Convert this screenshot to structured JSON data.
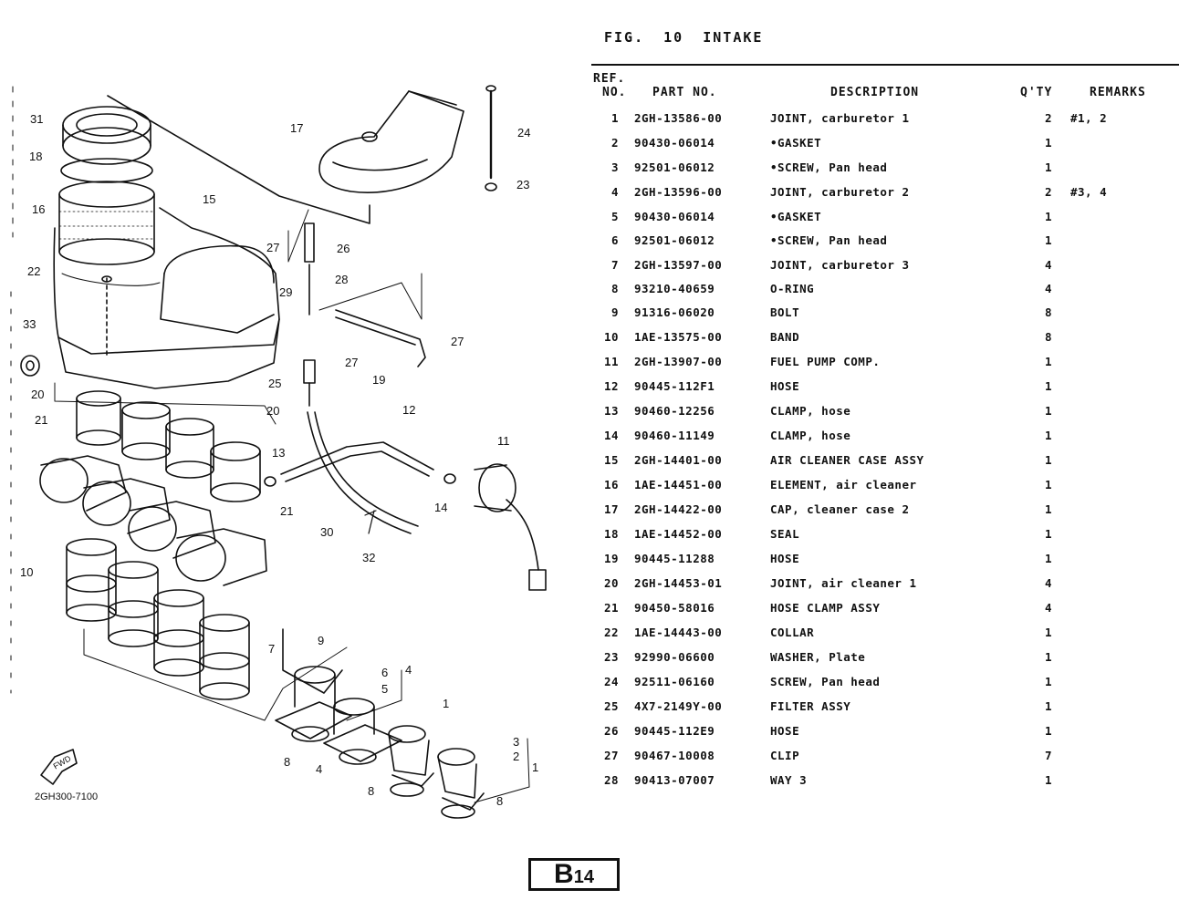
{
  "page": {
    "fig_label": "FIG. 10",
    "fig_title": "INTAKE",
    "badge_letter": "B",
    "badge_number": "14",
    "drawing_code": "2GH300-7100",
    "forward_label": "FWD"
  },
  "table": {
    "headers": {
      "ref_line1": "REF.",
      "ref_line2": "NO.",
      "part_no": "PART NO.",
      "description": "DESCRIPTION",
      "qty": "Q'TY",
      "remarks": "REMARKS"
    },
    "rows": [
      {
        "ref": "1",
        "part": "2GH-13586-00",
        "desc": "JOINT, carburetor 1",
        "qty": "2",
        "remarks": "#1, 2"
      },
      {
        "ref": "2",
        "part": "90430-06014",
        "desc": "•GASKET",
        "qty": "1",
        "remarks": ""
      },
      {
        "ref": "3",
        "part": "92501-06012",
        "desc": "•SCREW, Pan head",
        "qty": "1",
        "remarks": ""
      },
      {
        "ref": "4",
        "part": "2GH-13596-00",
        "desc": "JOINT, carburetor 2",
        "qty": "2",
        "remarks": "#3, 4"
      },
      {
        "ref": "5",
        "part": "90430-06014",
        "desc": "•GASKET",
        "qty": "1",
        "remarks": ""
      },
      {
        "ref": "6",
        "part": "92501-06012",
        "desc": "•SCREW, Pan head",
        "qty": "1",
        "remarks": ""
      },
      {
        "ref": "7",
        "part": "2GH-13597-00",
        "desc": "JOINT, carburetor 3",
        "qty": "4",
        "remarks": ""
      },
      {
        "ref": "8",
        "part": "93210-40659",
        "desc": "O-RING",
        "qty": "4",
        "remarks": ""
      },
      {
        "ref": "9",
        "part": "91316-06020",
        "desc": "BOLT",
        "qty": "8",
        "remarks": ""
      },
      {
        "ref": "10",
        "part": "1AE-13575-00",
        "desc": "BAND",
        "qty": "8",
        "remarks": ""
      },
      {
        "ref": "11",
        "part": "2GH-13907-00",
        "desc": "FUEL PUMP COMP.",
        "qty": "1",
        "remarks": ""
      },
      {
        "ref": "12",
        "part": "90445-112F1",
        "desc": "HOSE",
        "qty": "1",
        "remarks": ""
      },
      {
        "ref": "13",
        "part": "90460-12256",
        "desc": "CLAMP, hose",
        "qty": "1",
        "remarks": ""
      },
      {
        "ref": "14",
        "part": "90460-11149",
        "desc": "CLAMP, hose",
        "qty": "1",
        "remarks": ""
      },
      {
        "ref": "15",
        "part": "2GH-14401-00",
        "desc": "AIR CLEANER CASE ASSY",
        "qty": "1",
        "remarks": ""
      },
      {
        "ref": "16",
        "part": "1AE-14451-00",
        "desc": "ELEMENT, air cleaner",
        "qty": "1",
        "remarks": ""
      },
      {
        "ref": "17",
        "part": "2GH-14422-00",
        "desc": "CAP, cleaner case 2",
        "qty": "1",
        "remarks": ""
      },
      {
        "ref": "18",
        "part": "1AE-14452-00",
        "desc": "SEAL",
        "qty": "1",
        "remarks": ""
      },
      {
        "ref": "19",
        "part": "90445-11288",
        "desc": "HOSE",
        "qty": "1",
        "remarks": ""
      },
      {
        "ref": "20",
        "part": "2GH-14453-01",
        "desc": "JOINT, air cleaner 1",
        "qty": "4",
        "remarks": ""
      },
      {
        "ref": "21",
        "part": "90450-58016",
        "desc": "HOSE CLAMP ASSY",
        "qty": "4",
        "remarks": ""
      },
      {
        "ref": "22",
        "part": "1AE-14443-00",
        "desc": "COLLAR",
        "qty": "1",
        "remarks": ""
      },
      {
        "ref": "23",
        "part": "92990-06600",
        "desc": "WASHER, Plate",
        "qty": "1",
        "remarks": ""
      },
      {
        "ref": "24",
        "part": "92511-06160",
        "desc": "SCREW, Pan head",
        "qty": "1",
        "remarks": ""
      },
      {
        "ref": "25",
        "part": "4X7-2149Y-00",
        "desc": "FILTER ASSY",
        "qty": "1",
        "remarks": ""
      },
      {
        "ref": "26",
        "part": "90445-112E9",
        "desc": "HOSE",
        "qty": "1",
        "remarks": ""
      },
      {
        "ref": "27",
        "part": "90467-10008",
        "desc": "CLIP",
        "qty": "7",
        "remarks": ""
      },
      {
        "ref": "28",
        "part": "90413-07007",
        "desc": "WAY 3",
        "qty": "1",
        "remarks": ""
      }
    ]
  },
  "callouts": [
    "31",
    "18",
    "16",
    "22",
    "33",
    "15",
    "17",
    "24",
    "23",
    "27",
    "26",
    "28",
    "29",
    "27",
    "27",
    "25",
    "19",
    "20",
    "21",
    "20",
    "12",
    "11",
    "13",
    "14",
    "21",
    "30",
    "32",
    "10",
    "9",
    "6",
    "4",
    "5",
    "7",
    "1",
    "3",
    "2",
    "1",
    "8",
    "4",
    "8",
    "8"
  ]
}
